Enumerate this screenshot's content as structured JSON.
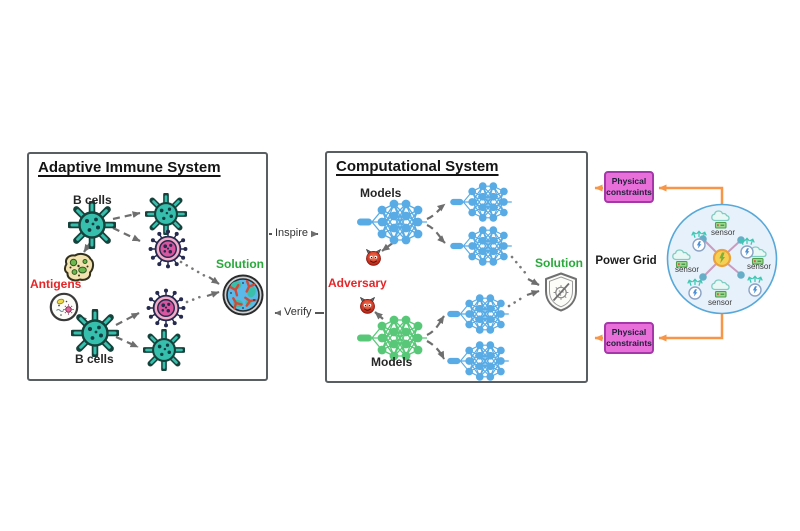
{
  "figure": {
    "immune": {
      "title": "Adaptive Immune System",
      "b_cells_top": "B cells",
      "b_cells_bottom": "B cells",
      "antigens": "Antigens",
      "solution": "Solution",
      "icons": [
        "b-cell",
        "mutated-b-cell",
        "virus",
        "antigen-presenting-cell",
        "antigen-dish",
        "antibody-solution"
      ]
    },
    "computational": {
      "title": "Computational System",
      "models_top": "Models",
      "models_bottom": "Models",
      "adversary": "Adversary",
      "solution": "Solution",
      "icons": [
        "neural-network-blue",
        "neural-network-green",
        "devil-adversary",
        "shield-virus-blocked"
      ]
    },
    "flow": {
      "inspire": "Inspire",
      "verify": "Verify"
    },
    "power_grid": {
      "label": "Power Grid",
      "constraint_top": "Physical constraints",
      "constraint_bottom": "Physical constraints",
      "sensors": [
        "sensor",
        "sensor",
        "sensor",
        "sensor"
      ],
      "icons": [
        "grid-circle",
        "energy-hub",
        "cloud-server",
        "power-meter"
      ]
    },
    "colors": {
      "box_border": "#595e62",
      "gray_arrow": "#6e6e6e",
      "orange_arrow": "#f79646",
      "red_label": "#e62528",
      "green_label": "#28a93a",
      "nn_blue": "#58abe4",
      "nn_green": "#58c878",
      "cell_teal": "#37bfad",
      "virus_pink": "#d8569f",
      "constraint_fill": "#e86fd9",
      "constraint_border": "#a438a8",
      "grid_circle_fill": "#e7f1fb",
      "grid_circle_border": "#57a8d8"
    }
  }
}
